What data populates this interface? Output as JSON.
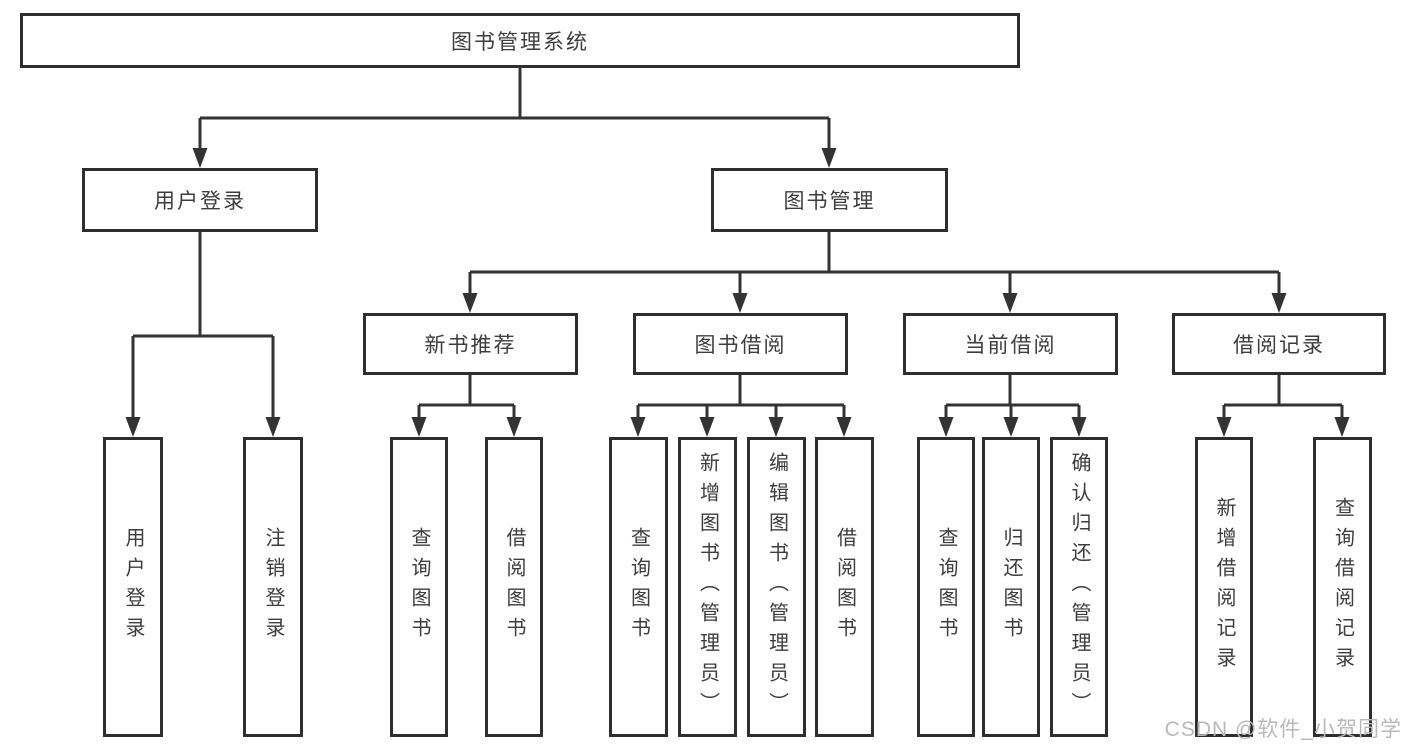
{
  "colors": {
    "border": "#2e2e2e",
    "line": "#333333",
    "text": "#3d3d3d",
    "background": "#ffffff",
    "watermark": "#b9b9b9"
  },
  "watermark": {
    "text": "CSDN @软件_小贺同学"
  },
  "diagram": {
    "root": {
      "label": "图书管理系统"
    },
    "branches": [
      {
        "label": "用户登录",
        "leaves": [
          {
            "label": "用户登录"
          },
          {
            "label": "注销登录"
          }
        ]
      },
      {
        "label": "图书管理",
        "groups": [
          {
            "label": "新书推荐",
            "leaves": [
              {
                "label": "查询图书"
              },
              {
                "label": "借阅图书"
              }
            ]
          },
          {
            "label": "图书借阅",
            "leaves": [
              {
                "label": "查询图书"
              },
              {
                "label": "新增图书（管理员）"
              },
              {
                "label": "编辑图书（管理员）"
              },
              {
                "label": "借阅图书"
              }
            ]
          },
          {
            "label": "当前借阅",
            "leaves": [
              {
                "label": "查询图书"
              },
              {
                "label": "归还图书"
              },
              {
                "label": "确认归还（管理员）"
              }
            ]
          },
          {
            "label": "借阅记录",
            "leaves": [
              {
                "label": "新增借阅记录"
              },
              {
                "label": "查询借阅记录"
              }
            ]
          }
        ]
      }
    ]
  }
}
